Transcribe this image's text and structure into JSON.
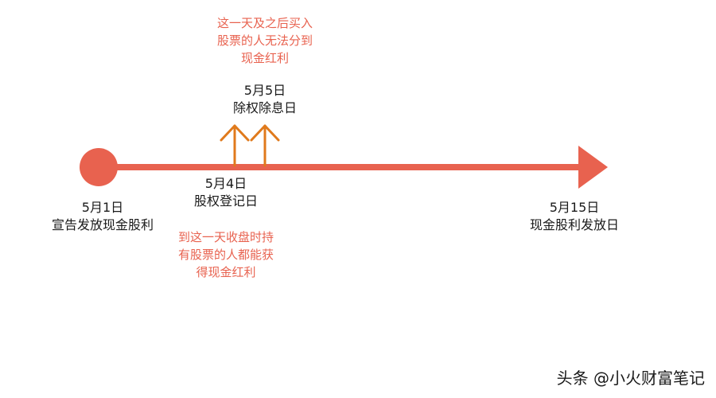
{
  "colors": {
    "timeline": "#e8624f",
    "marker_arrow": "#e07a1c",
    "dark_text": "#1a1a1a",
    "note_text": "#e8624f"
  },
  "events": {
    "announce": {
      "date": "5月1日",
      "name": "宣告发放现金股利"
    },
    "record": {
      "date": "5月4日",
      "name": "股权登记日",
      "note": [
        "到这一天收盘时持",
        "有股票的人都能获",
        "得现金红利"
      ]
    },
    "ex_dividend": {
      "date": "5月5日",
      "name": "除权除息日",
      "note": [
        "这一天及之后买入",
        "股票的人无法分到",
        "现金红利"
      ]
    },
    "payment": {
      "date": "5月15日",
      "name": "现金股利发放日"
    }
  },
  "watermark": "头条 @小火财富笔记"
}
